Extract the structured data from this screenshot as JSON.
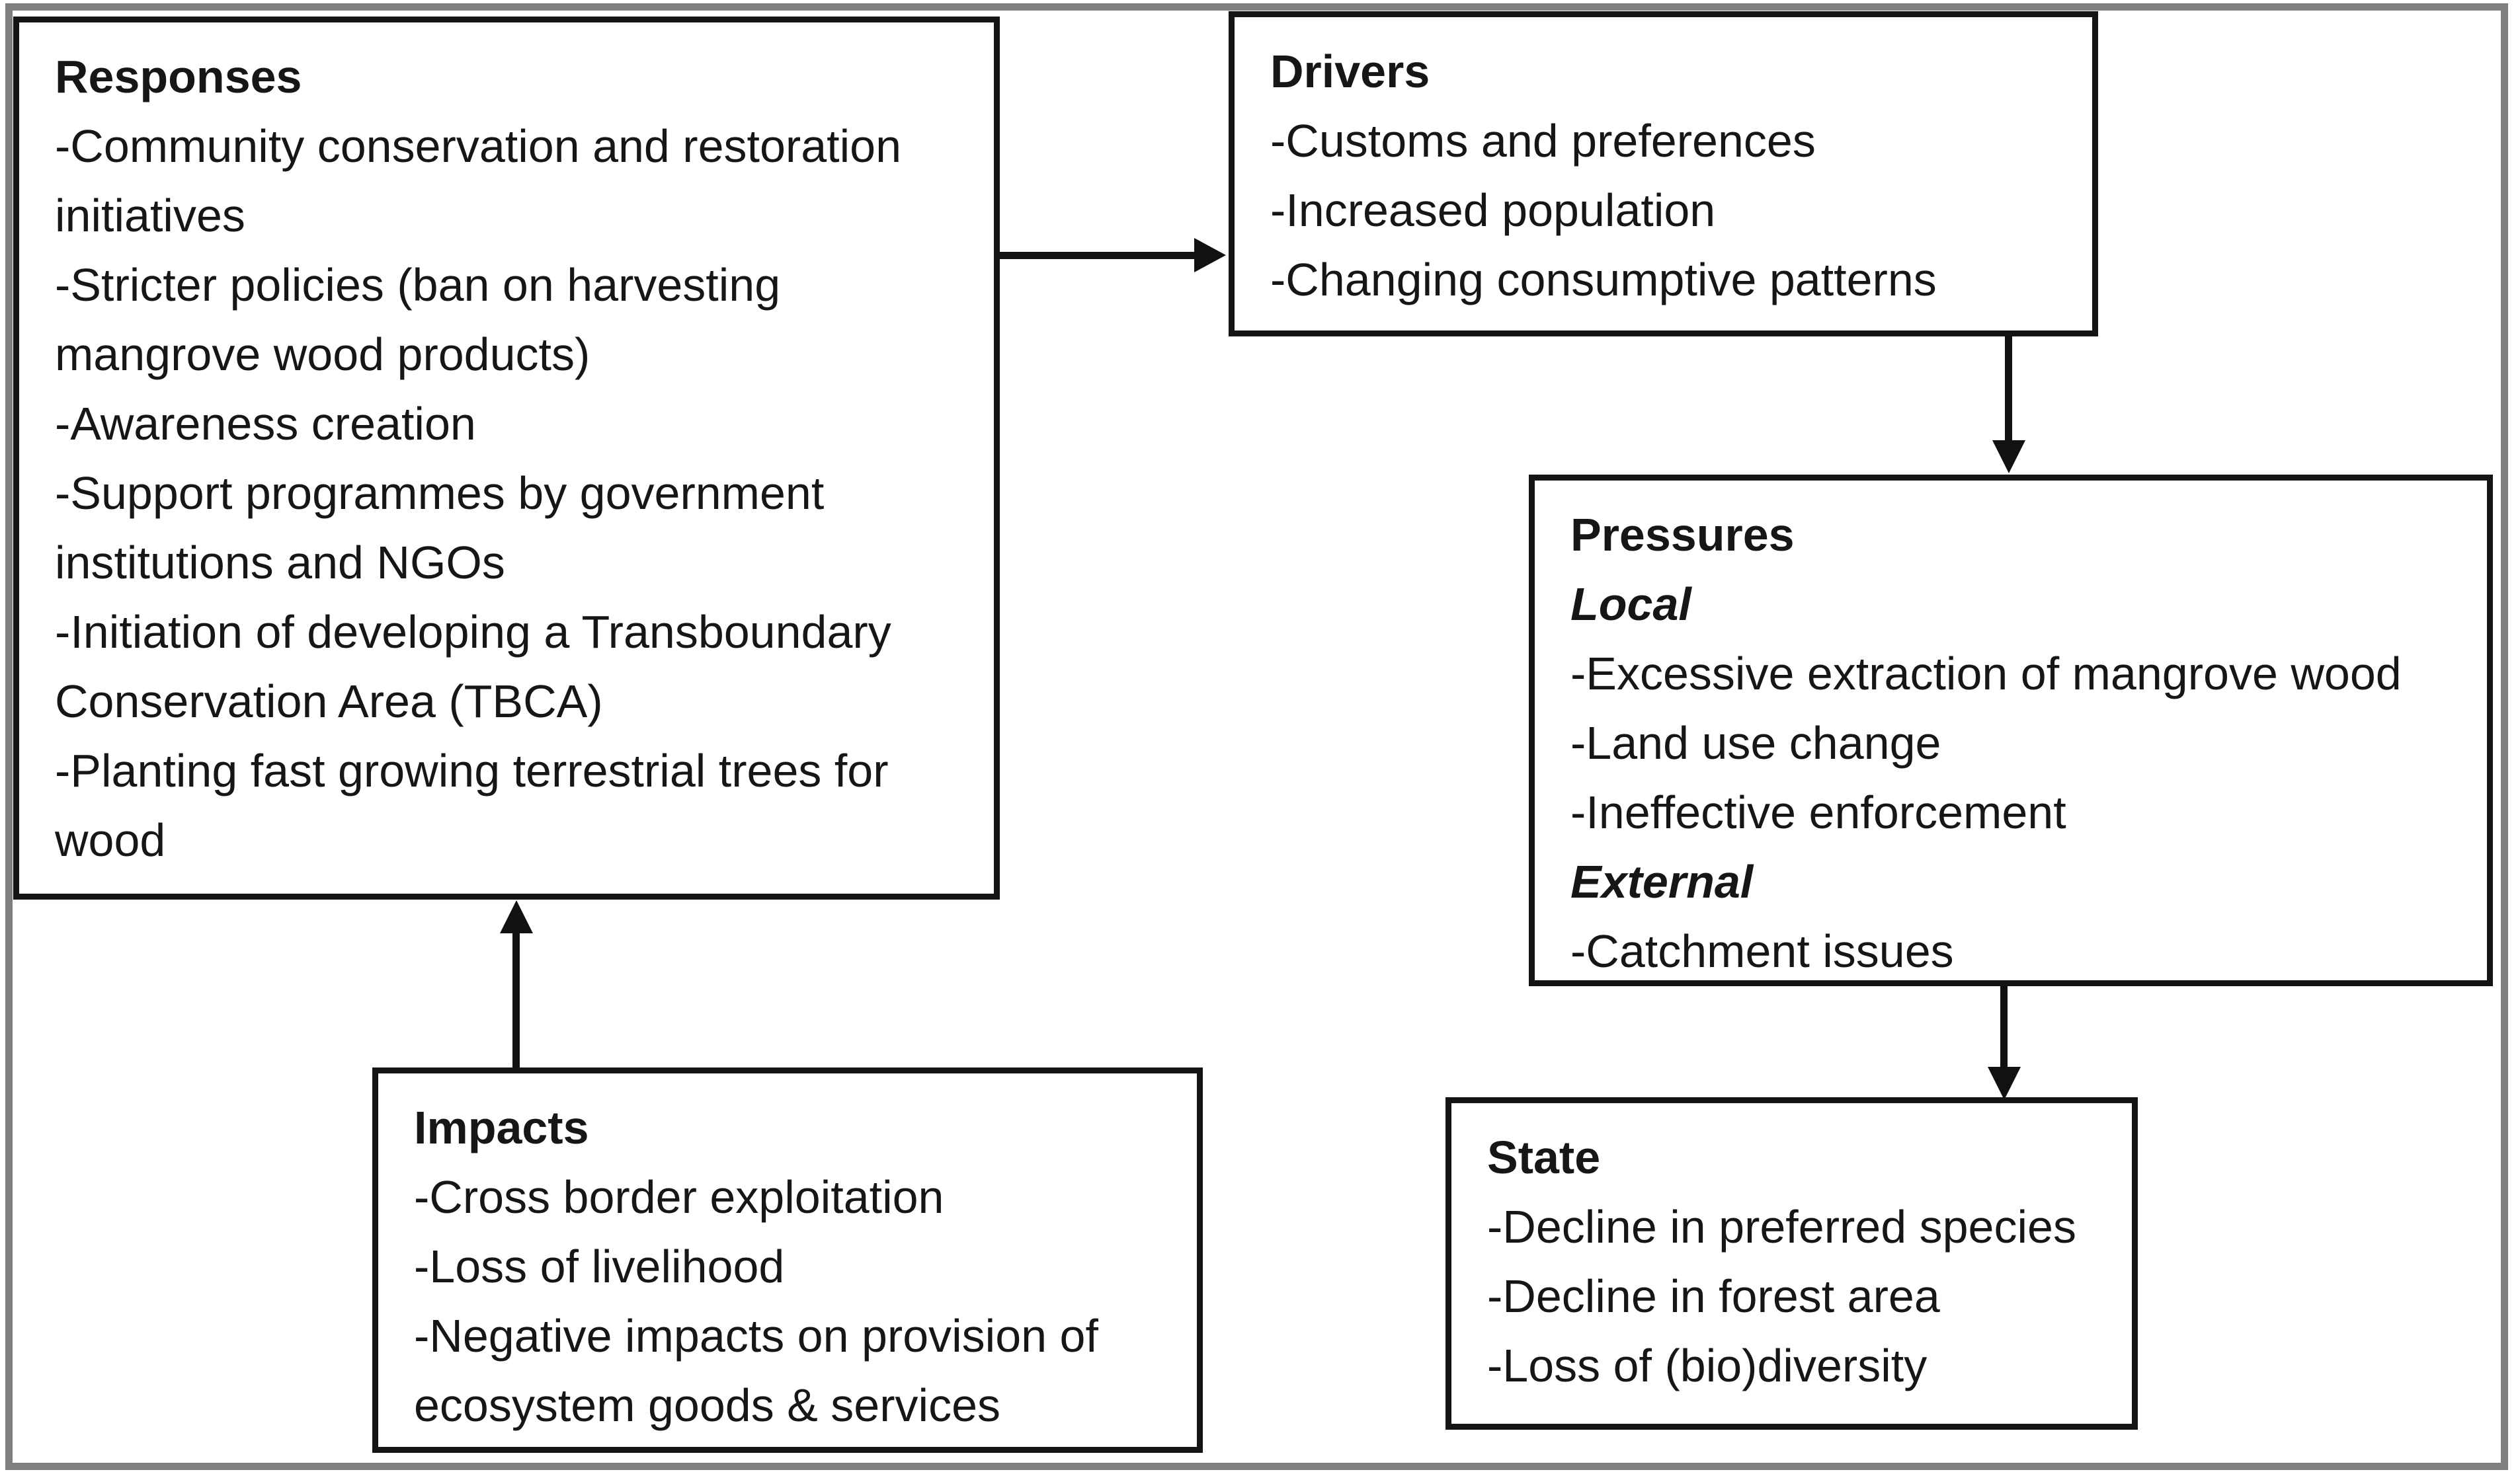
{
  "colors": {
    "frame": "#7f7f7f",
    "box_border": "#141414",
    "text": "#161616",
    "background": "#ffffff",
    "arrow": "#111111"
  },
  "boxes": {
    "responses": {
      "title": "Responses",
      "lines": [
        "-Community conservation and restoration",
        "initiatives",
        "-Stricter policies (ban on harvesting",
        "mangrove wood products)",
        "-Awareness creation",
        "-Support programmes by government",
        "institutions and NGOs",
        "-Initiation of developing a Transboundary",
        "Conservation Area (TBCA)",
        "-Planting fast growing terrestrial trees for",
        "wood"
      ]
    },
    "drivers": {
      "title": "Drivers",
      "lines": [
        "-Customs and preferences",
        "-Increased population",
        "-Changing consumptive patterns"
      ]
    },
    "pressures": {
      "title": "Pressures",
      "local_label": "Local",
      "local_items": [
        "-Excessive extraction of mangrove wood",
        "-Land use change",
        "-Ineffective enforcement"
      ],
      "external_label": "External",
      "external_items": [
        "-Catchment issues"
      ]
    },
    "state": {
      "title": "State",
      "lines": [
        "-Decline in preferred species",
        "-Decline in forest area",
        "-Loss of (bio)diversity"
      ]
    },
    "impacts": {
      "title": "Impacts",
      "lines": [
        "-Cross border exploitation",
        "-Loss of livelihood",
        "-Negative impacts on provision of",
        "ecosystem goods & services"
      ]
    }
  },
  "connections": [
    {
      "from": "Responses",
      "to": "Drivers"
    },
    {
      "from": "Drivers",
      "to": "Pressures"
    },
    {
      "from": "Pressures",
      "to": "State"
    },
    {
      "from": "Impacts",
      "to": "Responses"
    }
  ]
}
